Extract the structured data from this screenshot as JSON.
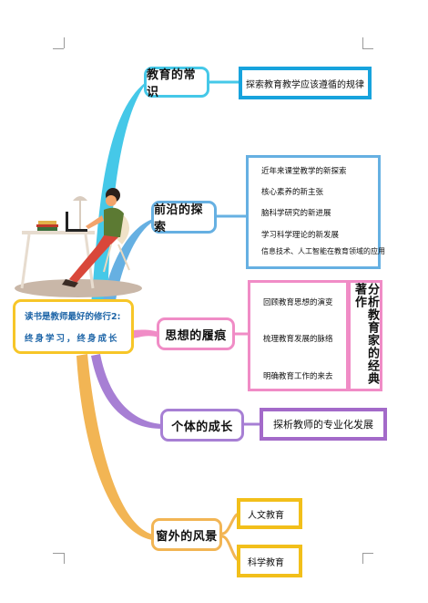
{
  "central": {
    "line1": "读书是教师最好的修行2:",
    "line2": "终身学习，终身成长"
  },
  "branches": [
    {
      "label": "教育的常识",
      "color": "#45c8e8",
      "children": [
        "探索教育教学应该遵循的规律"
      ]
    },
    {
      "label": "前沿的探索",
      "color": "#66b0e2",
      "children": [
        "近年来课堂教学的新探索",
        "核心素养的新主张",
        "脑科学研究的新进展",
        "学习科学理论的新发展",
        "信息技术、人工智能在教育领域的应用"
      ]
    },
    {
      "label": "思想的履痕",
      "color": "#f08cc6",
      "children": [
        "回顾教育思想的演变",
        "梳理教育发展的脉络",
        "明确教育工作的来去"
      ],
      "side_note": "分析教育家的经典著作"
    },
    {
      "label": "个体的成长",
      "color": "#a77fd4",
      "children": [
        "探析教师的专业化发展"
      ]
    },
    {
      "label": "窗外的风景",
      "color": "#f2b554",
      "children": [
        "人文教育",
        "科学教育"
      ],
      "child_color": "#f2bf1a"
    }
  ],
  "colors": {
    "central_border": "#f7c628",
    "central_text": "#1f66a8"
  }
}
